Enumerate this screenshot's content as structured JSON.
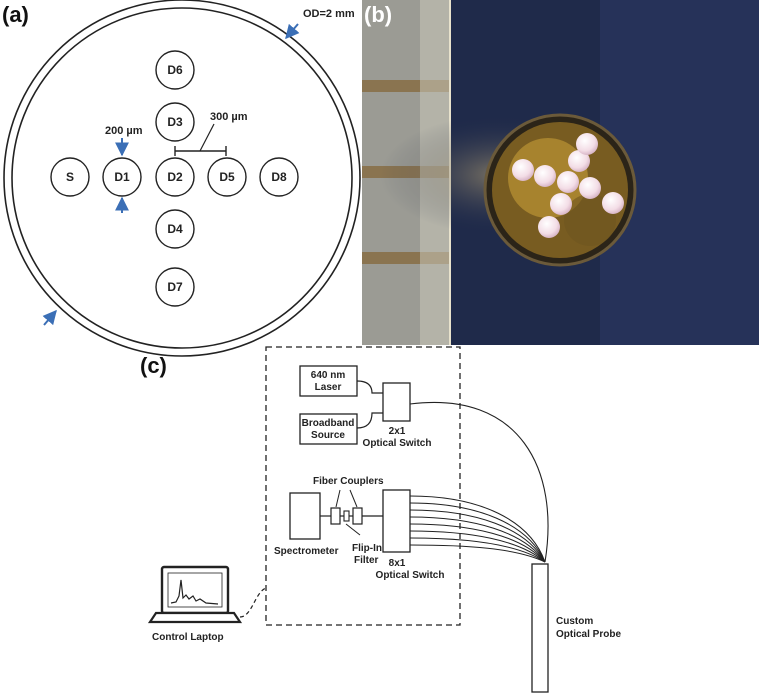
{
  "panels": {
    "a": "(a)",
    "b": "(b)",
    "c": "(c)"
  },
  "probe_face": {
    "od_label": "OD=2 mm",
    "core_diameter_label": "200 µm",
    "spacing_label": "300 µm",
    "fibers": [
      "S",
      "D1",
      "D2",
      "D3",
      "D4",
      "D5",
      "D6",
      "D7",
      "D8"
    ]
  },
  "setup": {
    "laser": [
      "640 nm",
      "Laser"
    ],
    "broadband": [
      "Broadband",
      "Source"
    ],
    "switch_2x1": [
      "2x1",
      "Optical Switch"
    ],
    "fiber_couplers": "Fiber Couplers",
    "spectrometer": "Spectrometer",
    "flip_filter": [
      "Flip-In",
      "Filter"
    ],
    "switch_8x1": [
      "8x1",
      "Optical Switch"
    ],
    "laptop": "Control Laptop",
    "probe": [
      "Custom",
      "Optical Probe"
    ]
  },
  "colors": {
    "arrow": "#3b6fb6",
    "photo_background": "#1f2a4a",
    "ferrule": "#b88a2a",
    "fiber_core": "#f3dde6"
  }
}
